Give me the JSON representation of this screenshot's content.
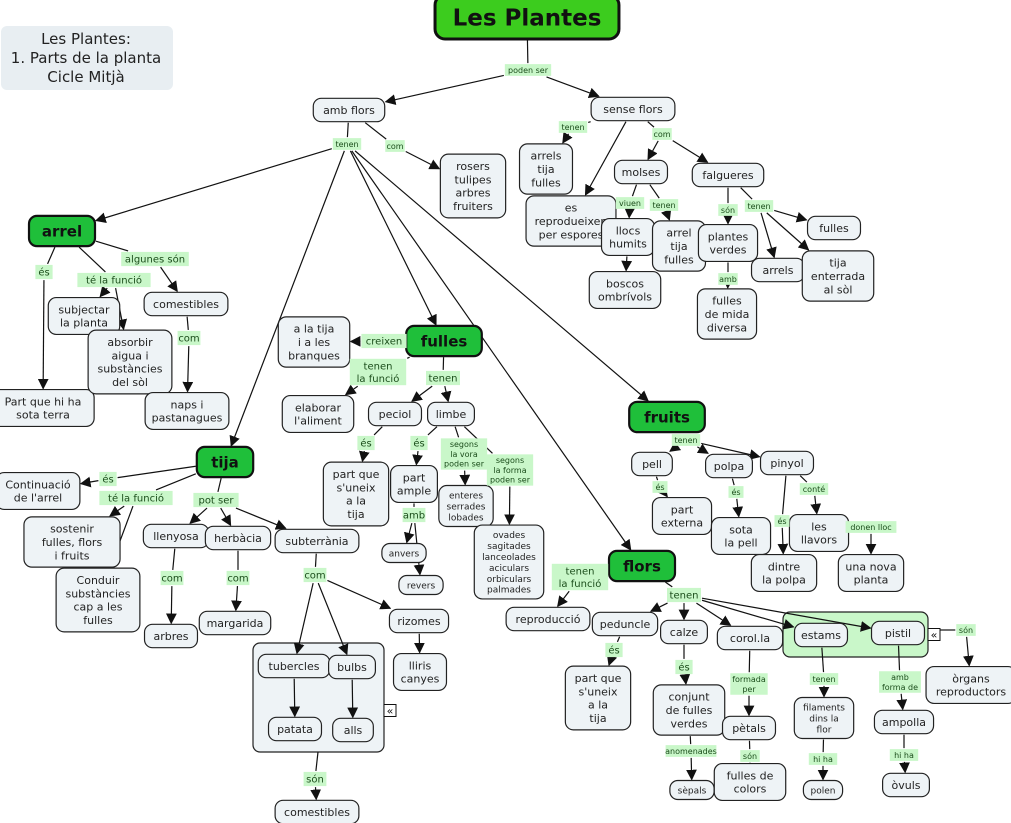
{
  "colors": {
    "root_fill": "#3ccc1e",
    "main_fill": "#1fbf3a",
    "node_fill": "#eef3f6",
    "label_fill": "#c9f7c9",
    "group_grey": "#eef3f6",
    "group_green": "#c9f7c9"
  },
  "title_box": {
    "lines": [
      "Les Plantes:",
      "1. Parts de la planta",
      "Cicle Mitjà"
    ]
  },
  "nodes": [
    {
      "id": "root",
      "lines": [
        "Les Plantes"
      ],
      "kind": "root"
    },
    {
      "id": "amb_flors",
      "lines": [
        "amb flors"
      ]
    },
    {
      "id": "sense_flors",
      "lines": [
        "sense flors"
      ]
    },
    {
      "id": "rosers",
      "lines": [
        "rosers",
        "tulipes",
        "arbres",
        "fruiters"
      ]
    },
    {
      "id": "arrels_tija_fulles",
      "lines": [
        "arrels",
        "tija",
        "fulles"
      ]
    },
    {
      "id": "espores",
      "lines": [
        "es",
        "reprodueixen",
        "per espores"
      ]
    },
    {
      "id": "molses",
      "lines": [
        "molses"
      ]
    },
    {
      "id": "falgueres",
      "lines": [
        "falgueres"
      ]
    },
    {
      "id": "llocs_humits",
      "lines": [
        "llocs",
        "humits"
      ]
    },
    {
      "id": "arrel_tija_fulles2",
      "lines": [
        "arrel",
        "tija",
        "fulles"
      ]
    },
    {
      "id": "boscos",
      "lines": [
        "boscos",
        "ombrívols"
      ]
    },
    {
      "id": "plantes_verdes",
      "lines": [
        "plantes",
        "verdes"
      ]
    },
    {
      "id": "fulles_mida",
      "lines": [
        "fulles",
        "de mida",
        "diversa"
      ]
    },
    {
      "id": "falg_arrels",
      "lines": [
        "arrels"
      ]
    },
    {
      "id": "falg_tija",
      "lines": [
        "tija",
        "enterrada",
        "al sòl"
      ]
    },
    {
      "id": "falg_fulles",
      "lines": [
        "fulles"
      ]
    },
    {
      "id": "arrel",
      "lines": [
        "arrel"
      ],
      "kind": "main"
    },
    {
      "id": "part_sota",
      "lines": [
        "Part que hi ha",
        "sota terra"
      ]
    },
    {
      "id": "subjectar",
      "lines": [
        "subjectar",
        "la planta"
      ]
    },
    {
      "id": "absorbir",
      "lines": [
        "absorbir",
        "aigua i",
        "substàncies",
        "del sòl"
      ]
    },
    {
      "id": "comestibles1",
      "lines": [
        "comestibles"
      ]
    },
    {
      "id": "naps",
      "lines": [
        "naps i",
        "pastanagues"
      ]
    },
    {
      "id": "fulles",
      "lines": [
        "fulles"
      ],
      "kind": "main"
    },
    {
      "id": "a_la_tija",
      "lines": [
        "a la tija",
        "i a les",
        "branques"
      ]
    },
    {
      "id": "elaborar",
      "lines": [
        "elaborar",
        "l'aliment"
      ]
    },
    {
      "id": "peciol",
      "lines": [
        "peciol"
      ]
    },
    {
      "id": "limbe",
      "lines": [
        "limbe"
      ]
    },
    {
      "id": "part_uneix1",
      "lines": [
        "part que",
        "s'uneix",
        "a la",
        "tija"
      ]
    },
    {
      "id": "part_ample",
      "lines": [
        "part",
        "ample"
      ]
    },
    {
      "id": "enteres",
      "lines": [
        "enteres",
        "serrades",
        "lobades"
      ],
      "small": true
    },
    {
      "id": "ovades",
      "lines": [
        "ovades",
        "sagitades",
        "lanceolades",
        "aciculars",
        "orbiculars",
        "palmades"
      ],
      "small": true
    },
    {
      "id": "anvers",
      "lines": [
        "anvers"
      ],
      "small": true
    },
    {
      "id": "revers",
      "lines": [
        "revers"
      ],
      "small": true
    },
    {
      "id": "tija",
      "lines": [
        "tija"
      ],
      "kind": "main"
    },
    {
      "id": "continuacio",
      "lines": [
        "Continuació",
        "de l'arrel"
      ]
    },
    {
      "id": "sostenir",
      "lines": [
        "sostenir",
        "fulles, flors",
        "i fruits"
      ]
    },
    {
      "id": "conduir",
      "lines": [
        "Conduir",
        "substàncies",
        "cap a les",
        "fulles"
      ]
    },
    {
      "id": "llenyosa",
      "lines": [
        "llenyosa"
      ]
    },
    {
      "id": "herbacia",
      "lines": [
        "herbàcia"
      ]
    },
    {
      "id": "subterrania",
      "lines": [
        "subterrània"
      ]
    },
    {
      "id": "arbres",
      "lines": [
        "arbres"
      ]
    },
    {
      "id": "margarida",
      "lines": [
        "margarida"
      ]
    },
    {
      "id": "rizomes",
      "lines": [
        "rizomes"
      ]
    },
    {
      "id": "lliris",
      "lines": [
        "lliris",
        "canyes"
      ]
    },
    {
      "id": "tubercles",
      "lines": [
        "tubercles"
      ]
    },
    {
      "id": "bulbs",
      "lines": [
        "bulbs"
      ]
    },
    {
      "id": "patata",
      "lines": [
        "patata"
      ]
    },
    {
      "id": "alls",
      "lines": [
        "alls"
      ]
    },
    {
      "id": "comestibles2",
      "lines": [
        "comestibles"
      ]
    },
    {
      "id": "fruits",
      "lines": [
        "fruits"
      ],
      "kind": "main"
    },
    {
      "id": "pell",
      "lines": [
        "pell"
      ]
    },
    {
      "id": "polpa",
      "lines": [
        "polpa"
      ]
    },
    {
      "id": "pinyol",
      "lines": [
        "pinyol"
      ]
    },
    {
      "id": "part_externa",
      "lines": [
        "part",
        "externa"
      ]
    },
    {
      "id": "sota_pell",
      "lines": [
        "sota",
        "la pell"
      ]
    },
    {
      "id": "dintre_polpa",
      "lines": [
        "dintre",
        "la polpa"
      ]
    },
    {
      "id": "llavors",
      "lines": [
        "les",
        "llavors"
      ]
    },
    {
      "id": "nova_planta",
      "lines": [
        "una nova",
        "planta"
      ]
    },
    {
      "id": "flors",
      "lines": [
        "flors"
      ],
      "kind": "main"
    },
    {
      "id": "reproduccio",
      "lines": [
        "reproducció"
      ]
    },
    {
      "id": "peduncle",
      "lines": [
        "peduncle"
      ]
    },
    {
      "id": "calze",
      "lines": [
        "calze"
      ]
    },
    {
      "id": "corola",
      "lines": [
        "corol.la"
      ]
    },
    {
      "id": "estams",
      "lines": [
        "estams"
      ]
    },
    {
      "id": "pistil",
      "lines": [
        "pistil"
      ]
    },
    {
      "id": "part_uneix2",
      "lines": [
        "part que",
        "s'uneix",
        "a la",
        "tija"
      ]
    },
    {
      "id": "conjunt",
      "lines": [
        "conjunt",
        "de fulles",
        "verdes"
      ]
    },
    {
      "id": "sepals",
      "lines": [
        "sèpals"
      ],
      "small": true
    },
    {
      "id": "petals",
      "lines": [
        "pètals"
      ]
    },
    {
      "id": "fulles_colors",
      "lines": [
        "fulles de",
        "colors"
      ]
    },
    {
      "id": "filaments",
      "lines": [
        "filaments",
        "dins la",
        "flor"
      ],
      "small": true
    },
    {
      "id": "polen",
      "lines": [
        "polen"
      ],
      "small": true
    },
    {
      "id": "ampolla",
      "lines": [
        "ampolla"
      ]
    },
    {
      "id": "ovuls",
      "lines": [
        "òvuls"
      ]
    },
    {
      "id": "organs",
      "lines": [
        "òrgans",
        "reproductors"
      ]
    }
  ],
  "link_labels": [
    {
      "id": "l_poden_ser",
      "lines": [
        "poden ser"
      ],
      "small": true
    },
    {
      "id": "l_amb_tenen",
      "lines": [
        "tenen"
      ],
      "small": true
    },
    {
      "id": "l_amb_com",
      "lines": [
        "com"
      ],
      "small": true
    },
    {
      "id": "l_sense_tenen",
      "lines": [
        "tenen"
      ],
      "small": true
    },
    {
      "id": "l_sense_com",
      "lines": [
        "com"
      ],
      "small": true
    },
    {
      "id": "l_molses_viuen",
      "lines": [
        "viuen"
      ],
      "small": true
    },
    {
      "id": "l_molses_tenen",
      "lines": [
        "tenen"
      ],
      "small": true
    },
    {
      "id": "l_falg_son",
      "lines": [
        "són"
      ],
      "small": true
    },
    {
      "id": "l_falg_tenen",
      "lines": [
        "tenen"
      ],
      "small": true
    },
    {
      "id": "l_plantes_amb",
      "lines": [
        "amb"
      ],
      "small": true
    },
    {
      "id": "l_arrel_es",
      "lines": [
        "és"
      ]
    },
    {
      "id": "l_arrel_funcio",
      "lines": [
        "té la funció"
      ]
    },
    {
      "id": "l_arrel_algunes",
      "lines": [
        "algunes són"
      ]
    },
    {
      "id": "l_comest_com",
      "lines": [
        "com"
      ]
    },
    {
      "id": "l_fulles_creixen",
      "lines": [
        "creixen"
      ]
    },
    {
      "id": "l_fulles_funcio",
      "lines": [
        "tenen",
        "la funció"
      ]
    },
    {
      "id": "l_fulles_tenen",
      "lines": [
        "tenen"
      ]
    },
    {
      "id": "l_peciol_es",
      "lines": [
        "és"
      ]
    },
    {
      "id": "l_limbe_es",
      "lines": [
        "és"
      ]
    },
    {
      "id": "l_limbe_vora",
      "lines": [
        "segons",
        "la vora",
        "poden ser"
      ],
      "small": true
    },
    {
      "id": "l_limbe_forma",
      "lines": [
        "segons",
        "la forma",
        "poden ser"
      ],
      "small": true
    },
    {
      "id": "l_part_amb",
      "lines": [
        "amb"
      ]
    },
    {
      "id": "l_tija_es",
      "lines": [
        "és"
      ]
    },
    {
      "id": "l_tija_funcio",
      "lines": [
        "té la funció"
      ]
    },
    {
      "id": "l_tija_pot",
      "lines": [
        "pot ser"
      ]
    },
    {
      "id": "l_llen_com",
      "lines": [
        "com"
      ]
    },
    {
      "id": "l_herb_com",
      "lines": [
        "com"
      ]
    },
    {
      "id": "l_sub_com",
      "lines": [
        "com"
      ]
    },
    {
      "id": "l_group_son",
      "lines": [
        "són"
      ]
    },
    {
      "id": "l_fruits_tenen",
      "lines": [
        "tenen"
      ],
      "small": true
    },
    {
      "id": "l_pell_es",
      "lines": [
        "és"
      ],
      "small": true
    },
    {
      "id": "l_polpa_es",
      "lines": [
        "és"
      ],
      "small": true
    },
    {
      "id": "l_pinyol_es",
      "lines": [
        "és"
      ],
      "small": true
    },
    {
      "id": "l_pinyol_conte",
      "lines": [
        "conté"
      ],
      "small": true
    },
    {
      "id": "l_llavors_donen",
      "lines": [
        "donen lloc"
      ],
      "small": true
    },
    {
      "id": "l_flors_funcio",
      "lines": [
        "tenen",
        "la funció"
      ]
    },
    {
      "id": "l_flors_tenen",
      "lines": [
        "tenen"
      ]
    },
    {
      "id": "l_ped_es",
      "lines": [
        "és"
      ]
    },
    {
      "id": "l_calze_es",
      "lines": [
        "és"
      ]
    },
    {
      "id": "l_corola_formada",
      "lines": [
        "formada",
        "per"
      ],
      "small": true
    },
    {
      "id": "l_conjunt_anom",
      "lines": [
        "anomenades"
      ],
      "small": true
    },
    {
      "id": "l_petals_son",
      "lines": [
        "són"
      ],
      "small": true
    },
    {
      "id": "l_estams_tenen",
      "lines": [
        "tenen"
      ],
      "small": true
    },
    {
      "id": "l_pistil_amb",
      "lines": [
        "amb",
        "forma de"
      ],
      "small": true
    },
    {
      "id": "l_fil_hiha",
      "lines": [
        "hi ha"
      ],
      "small": true
    },
    {
      "id": "l_amp_hiha",
      "lines": [
        "hi ha"
      ],
      "small": true
    },
    {
      "id": "l_green_son",
      "lines": [
        "són"
      ],
      "small": true
    }
  ],
  "groups": [
    {
      "id": "grp_subterrania",
      "contains": [
        "tubercles",
        "bulbs",
        "patata",
        "alls"
      ],
      "color": "grey",
      "collapse_icon": "«"
    },
    {
      "id": "grp_reproductors",
      "contains": [
        "estams",
        "pistil"
      ],
      "color": "green",
      "collapse_icon": "«"
    }
  ],
  "connections": [
    [
      "root",
      "l_poden_ser",
      0
    ],
    [
      "l_poden_ser",
      "amb_flors",
      1
    ],
    [
      "l_poden_ser",
      "sense_flors",
      1
    ],
    [
      "amb_flors",
      "l_amb_tenen",
      0
    ],
    [
      "amb_flors",
      "l_amb_com",
      0
    ],
    [
      "l_amb_com",
      "rosers",
      1
    ],
    [
      "l_amb_tenen",
      "arrel",
      1
    ],
    [
      "l_amb_tenen",
      "tija",
      1
    ],
    [
      "l_amb_tenen",
      "fulles",
      1
    ],
    [
      "l_amb_tenen",
      "fruits",
      1
    ],
    [
      "l_amb_tenen",
      "flors",
      1
    ],
    [
      "sense_flors",
      "l_sense_tenen",
      0
    ],
    [
      "l_sense_tenen",
      "arrels_tija_fulles",
      1
    ],
    [
      "sense_flors",
      "espores",
      1
    ],
    [
      "sense_flors",
      "l_sense_com",
      0
    ],
    [
      "l_sense_com",
      "molses",
      1
    ],
    [
      "l_sense_com",
      "falgueres",
      1
    ],
    [
      "molses",
      "l_molses_viuen",
      0
    ],
    [
      "l_molses_viuen",
      "llocs_humits",
      1
    ],
    [
      "molses",
      "l_molses_tenen",
      0
    ],
    [
      "l_molses_tenen",
      "arrel_tija_fulles2",
      1
    ],
    [
      "llocs_humits",
      "boscos",
      1
    ],
    [
      "falgueres",
      "l_falg_son",
      0
    ],
    [
      "l_falg_son",
      "plantes_verdes",
      1
    ],
    [
      "plantes_verdes",
      "l_plantes_amb",
      0
    ],
    [
      "l_plantes_amb",
      "fulles_mida",
      1
    ],
    [
      "falgueres",
      "l_falg_tenen",
      0
    ],
    [
      "l_falg_tenen",
      "falg_arrels",
      1
    ],
    [
      "l_falg_tenen",
      "falg_tija",
      1
    ],
    [
      "l_falg_tenen",
      "falg_fulles",
      1
    ],
    [
      "arrel",
      "l_arrel_es",
      0
    ],
    [
      "l_arrel_es",
      "part_sota",
      1
    ],
    [
      "arrel",
      "l_arrel_funcio",
      0
    ],
    [
      "l_arrel_funcio",
      "subjectar",
      1
    ],
    [
      "l_arrel_funcio",
      "absorbir",
      1
    ],
    [
      "arrel",
      "l_arrel_algunes",
      0
    ],
    [
      "l_arrel_algunes",
      "comestibles1",
      1
    ],
    [
      "comestibles1",
      "l_comest_com",
      0
    ],
    [
      "l_comest_com",
      "naps",
      1
    ],
    [
      "fulles",
      "l_fulles_creixen",
      0
    ],
    [
      "l_fulles_creixen",
      "a_la_tija",
      1
    ],
    [
      "fulles",
      "l_fulles_funcio",
      0
    ],
    [
      "l_fulles_funcio",
      "elaborar",
      1
    ],
    [
      "fulles",
      "l_fulles_tenen",
      0
    ],
    [
      "l_fulles_tenen",
      "peciol",
      1
    ],
    [
      "l_fulles_tenen",
      "limbe",
      1
    ],
    [
      "peciol",
      "l_peciol_es",
      0
    ],
    [
      "l_peciol_es",
      "part_uneix1",
      1
    ],
    [
      "limbe",
      "l_limbe_es",
      0
    ],
    [
      "l_limbe_es",
      "part_ample",
      1
    ],
    [
      "limbe",
      "l_limbe_vora",
      0
    ],
    [
      "l_limbe_vora",
      "enteres",
      1
    ],
    [
      "limbe",
      "l_limbe_forma",
      0
    ],
    [
      "l_limbe_forma",
      "ovades",
      1
    ],
    [
      "part_ample",
      "l_part_amb",
      0
    ],
    [
      "l_part_amb",
      "anvers",
      1
    ],
    [
      "l_part_amb",
      "revers",
      1
    ],
    [
      "tija",
      "l_tija_es",
      0
    ],
    [
      "l_tija_es",
      "continuacio",
      1
    ],
    [
      "tija",
      "l_tija_funcio",
      0
    ],
    [
      "l_tija_funcio",
      "sostenir",
      1
    ],
    [
      "l_tija_funcio",
      "conduir",
      1
    ],
    [
      "tija",
      "l_tija_pot",
      0
    ],
    [
      "l_tija_pot",
      "llenyosa",
      1
    ],
    [
      "l_tija_pot",
      "herbacia",
      1
    ],
    [
      "l_tija_pot",
      "subterrania",
      1
    ],
    [
      "llenyosa",
      "l_llen_com",
      0
    ],
    [
      "l_llen_com",
      "arbres",
      1
    ],
    [
      "herbacia",
      "l_herb_com",
      0
    ],
    [
      "l_herb_com",
      "margarida",
      1
    ],
    [
      "subterrania",
      "l_sub_com",
      0
    ],
    [
      "l_sub_com",
      "tubercles",
      1
    ],
    [
      "l_sub_com",
      "bulbs",
      1
    ],
    [
      "l_sub_com",
      "rizomes",
      1
    ],
    [
      "rizomes",
      "lliris",
      1
    ],
    [
      "tubercles",
      "patata",
      1
    ],
    [
      "bulbs",
      "alls",
      1
    ],
    [
      "grp_subterrania",
      "l_group_son",
      0
    ],
    [
      "l_group_son",
      "comestibles2",
      1
    ],
    [
      "fruits",
      "l_fruits_tenen",
      0
    ],
    [
      "l_fruits_tenen",
      "pell",
      1
    ],
    [
      "l_fruits_tenen",
      "polpa",
      1
    ],
    [
      "l_fruits_tenen",
      "pinyol",
      1
    ],
    [
      "pell",
      "l_pell_es",
      0
    ],
    [
      "l_pell_es",
      "part_externa",
      1
    ],
    [
      "polpa",
      "l_polpa_es",
      0
    ],
    [
      "l_polpa_es",
      "sota_pell",
      1
    ],
    [
      "pinyol",
      "l_pinyol_es",
      0
    ],
    [
      "l_pinyol_es",
      "dintre_polpa",
      1
    ],
    [
      "pinyol",
      "l_pinyol_conte",
      0
    ],
    [
      "l_pinyol_conte",
      "llavors",
      1
    ],
    [
      "llavors",
      "l_llavors_donen",
      0
    ],
    [
      "l_llavors_donen",
      "nova_planta",
      1
    ],
    [
      "flors",
      "l_flors_funcio",
      0
    ],
    [
      "l_flors_funcio",
      "reproduccio",
      1
    ],
    [
      "flors",
      "l_flors_tenen",
      0
    ],
    [
      "l_flors_tenen",
      "peduncle",
      1
    ],
    [
      "l_flors_tenen",
      "calze",
      1
    ],
    [
      "l_flors_tenen",
      "corola",
      1
    ],
    [
      "l_flors_tenen",
      "estams",
      1
    ],
    [
      "l_flors_tenen",
      "pistil",
      1
    ],
    [
      "peduncle",
      "l_ped_es",
      0
    ],
    [
      "l_ped_es",
      "part_uneix2",
      1
    ],
    [
      "calze",
      "l_calze_es",
      0
    ],
    [
      "l_calze_es",
      "conjunt",
      1
    ],
    [
      "conjunt",
      "l_conjunt_anom",
      0
    ],
    [
      "l_conjunt_anom",
      "sepals",
      1
    ],
    [
      "corola",
      "l_corola_formada",
      0
    ],
    [
      "l_corola_formada",
      "petals",
      1
    ],
    [
      "petals",
      "l_petals_son",
      0
    ],
    [
      "l_petals_son",
      "fulles_colors",
      0
    ],
    [
      "estams",
      "l_estams_tenen",
      0
    ],
    [
      "l_estams_tenen",
      "filaments",
      1
    ],
    [
      "filaments",
      "l_fil_hiha",
      0
    ],
    [
      "l_fil_hiha",
      "polen",
      1
    ],
    [
      "pistil",
      "l_pistil_amb",
      0
    ],
    [
      "l_pistil_amb",
      "ampolla",
      1
    ],
    [
      "ampolla",
      "l_amp_hiha",
      0
    ],
    [
      "l_amp_hiha",
      "ovuls",
      1
    ],
    [
      "grp_reproductors",
      "l_green_son",
      0
    ],
    [
      "l_green_son",
      "organs",
      1
    ]
  ]
}
